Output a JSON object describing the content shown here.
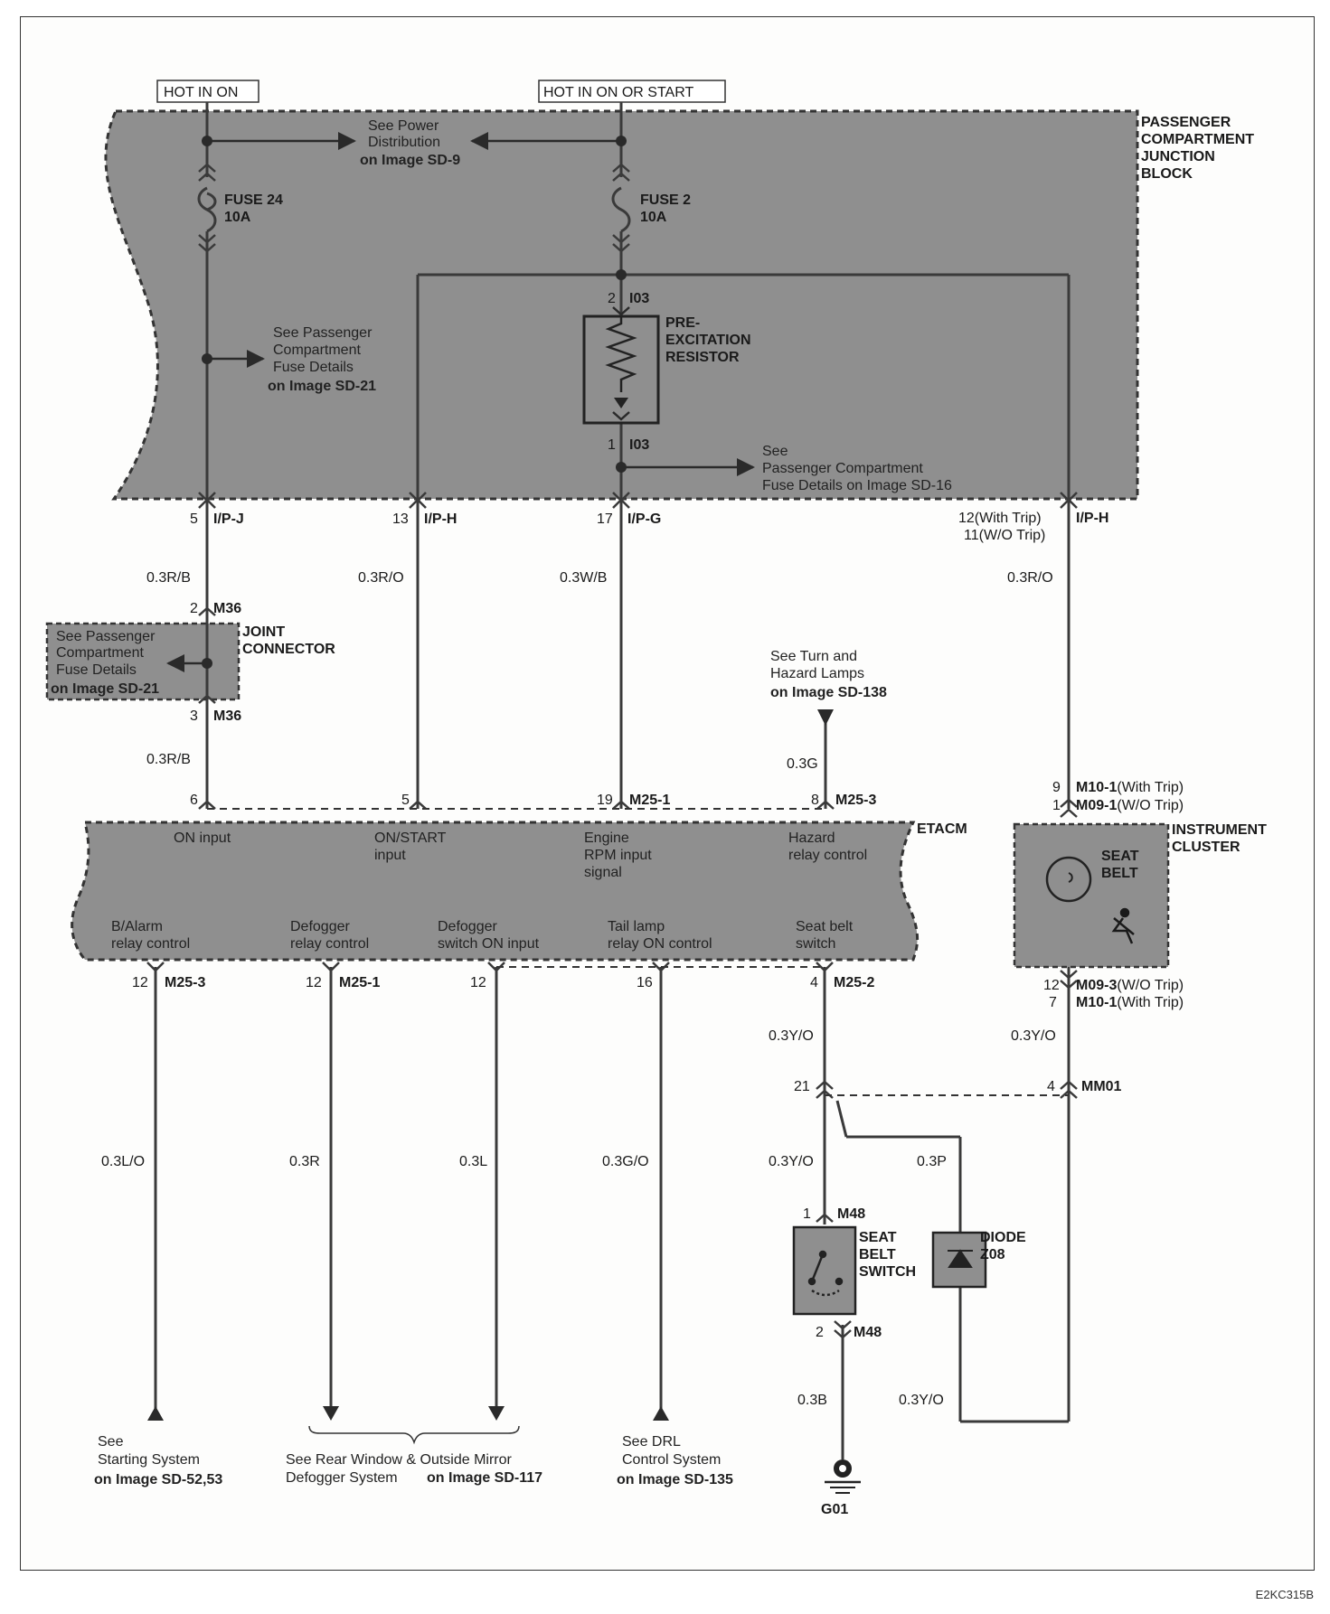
{
  "diagram_code": "E2KC315B",
  "power": {
    "hot_in_on": "HOT IN ON",
    "hot_in_on_or_start": "HOT IN ON OR START"
  },
  "junction_block": {
    "title": [
      "PASSENGER",
      "COMPARTMENT",
      "JUNCTION",
      "BLOCK"
    ],
    "see_power": [
      "See Power",
      "Distribution",
      "on Image SD-9"
    ],
    "fuse24": [
      "FUSE 24",
      "10A"
    ],
    "fuse2": [
      "FUSE 2",
      "10A"
    ],
    "see_fuse21": [
      "See Passenger",
      "Compartment",
      "Fuse Details",
      "on Image SD-21"
    ],
    "resistor": [
      "PRE-",
      "EXCITATION",
      "RESISTOR"
    ],
    "i03_top": {
      "pin": "2",
      "name": "I03"
    },
    "i03_bot": {
      "pin": "1",
      "name": "I03"
    },
    "see_fuse16": [
      "See",
      "Passenger Compartment",
      "Fuse Details on Image SD-16"
    ]
  },
  "connectors": {
    "ipj": {
      "pin": "5",
      "name": "I/P-J"
    },
    "iph": {
      "pin": "13",
      "name": "I/P-H"
    },
    "ipg": {
      "pin": "17",
      "name": "I/P-G"
    },
    "iph2": {
      "pin_a": "12(With Trip)",
      "pin_b": "11(W/O Trip)",
      "name": "I/P-H"
    },
    "m36_top": {
      "pin": "2",
      "name": "M36"
    },
    "m36_bot": {
      "pin": "3",
      "name": "M36"
    },
    "m25_1_top": {
      "pin": "19",
      "name": "M25-1"
    },
    "m25_3_top": {
      "pin": "8",
      "name": "M25-3"
    },
    "m10_top": {
      "pin_a": "9",
      "name_a": "M10-1",
      "suffix_a": "(With Trip)",
      "pin_b": "1",
      "name_b": "M09-1",
      "suffix_b": "(W/O Trip)"
    },
    "m09_bot": {
      "pin_a": "12",
      "name_a": "M09-3",
      "suffix_a": "(W/O Trip)",
      "pin_b": "7",
      "name_b": "M10-1",
      "suffix_b": "(With Trip)"
    },
    "etacm_pin6": "6",
    "etacm_pin5": "5",
    "bot_m25_3": {
      "pin": "12",
      "name": "M25-3"
    },
    "bot_m25_1": {
      "pin": "12",
      "name": "M25-1"
    },
    "bot_pin12": "12",
    "bot_pin16": "16",
    "bot_m25_2": {
      "pin": "4",
      "name": "M25-2"
    },
    "mm01": {
      "pin": "4",
      "name": "MM01"
    },
    "pin21": "21",
    "m48_top": {
      "pin": "1",
      "name": "M48"
    },
    "m48_bot": {
      "pin": "2",
      "name": "M48"
    }
  },
  "wires": {
    "w1": "0.3R/B",
    "w2": "0.3R/O",
    "w3": "0.3W/B",
    "w4": "0.3R/O",
    "w5": "0.3R/B",
    "w6": "0.3G",
    "w7": "0.3L/O",
    "w8": "0.3R",
    "w9": "0.3L",
    "w10": "0.3G/O",
    "w11": "0.3Y/O",
    "w12": "0.3Y/O",
    "w13": "0.3Y/O",
    "w14": "0.3P",
    "w15": "0.3B",
    "w16": "0.3Y/O"
  },
  "joint": {
    "title": [
      "JOINT",
      "CONNECTOR"
    ],
    "see": [
      "See Passenger",
      "Compartment",
      "Fuse Details",
      "on Image SD-21"
    ]
  },
  "hazard_ref": [
    "See Turn and",
    "Hazard Lamps",
    "on Image SD-138"
  ],
  "etacm": {
    "name": "ETACM",
    "inputs": [
      [
        "ON input"
      ],
      [
        "ON/START",
        "input"
      ],
      [
        "Engine",
        "RPM input",
        "signal"
      ],
      [
        "Hazard",
        "relay control"
      ]
    ],
    "outputs": [
      [
        "B/Alarm",
        "relay control"
      ],
      [
        "Defogger",
        "relay control"
      ],
      [
        "Defogger",
        "switch ON input"
      ],
      [
        "Tail lamp",
        "relay ON control"
      ],
      [
        "Seat belt",
        "switch"
      ]
    ]
  },
  "cluster": {
    "title": [
      "INSTRUMENT",
      "CLUSTER"
    ],
    "lamp": [
      "SEAT",
      "BELT"
    ]
  },
  "seat_switch": [
    "SEAT",
    "BELT",
    "SWITCH"
  ],
  "diode": [
    "DIODE",
    "Z08"
  ],
  "ground": "G01",
  "refs": {
    "starting": [
      "See",
      "Starting System",
      "on Image SD-52,53"
    ],
    "defogger": [
      "See Rear Window & Outside Mirror",
      "Defogger System",
      "on Image SD-117"
    ],
    "drl": [
      "See DRL",
      "Control System",
      "on Image SD-135"
    ]
  },
  "colors": {
    "shade": "#8f8f8f",
    "line": "#3a3a3a",
    "component": "#7a7a7a"
  }
}
